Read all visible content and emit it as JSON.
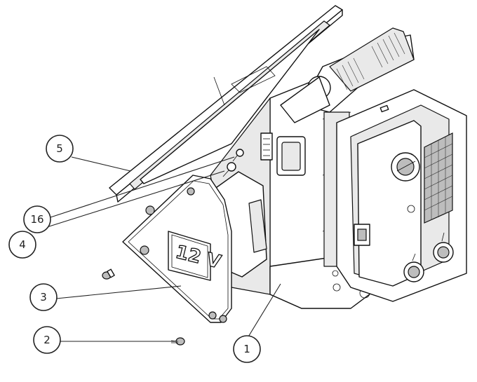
{
  "figure": {
    "panel_badge": "12 V",
    "callouts": [
      {
        "id": "5",
        "label": "5"
      },
      {
        "id": "16",
        "label": "16"
      },
      {
        "id": "4",
        "label": "4"
      },
      {
        "id": "3",
        "label": "3"
      },
      {
        "id": "2",
        "label": "2"
      },
      {
        "id": "1",
        "label": "1"
      }
    ]
  }
}
